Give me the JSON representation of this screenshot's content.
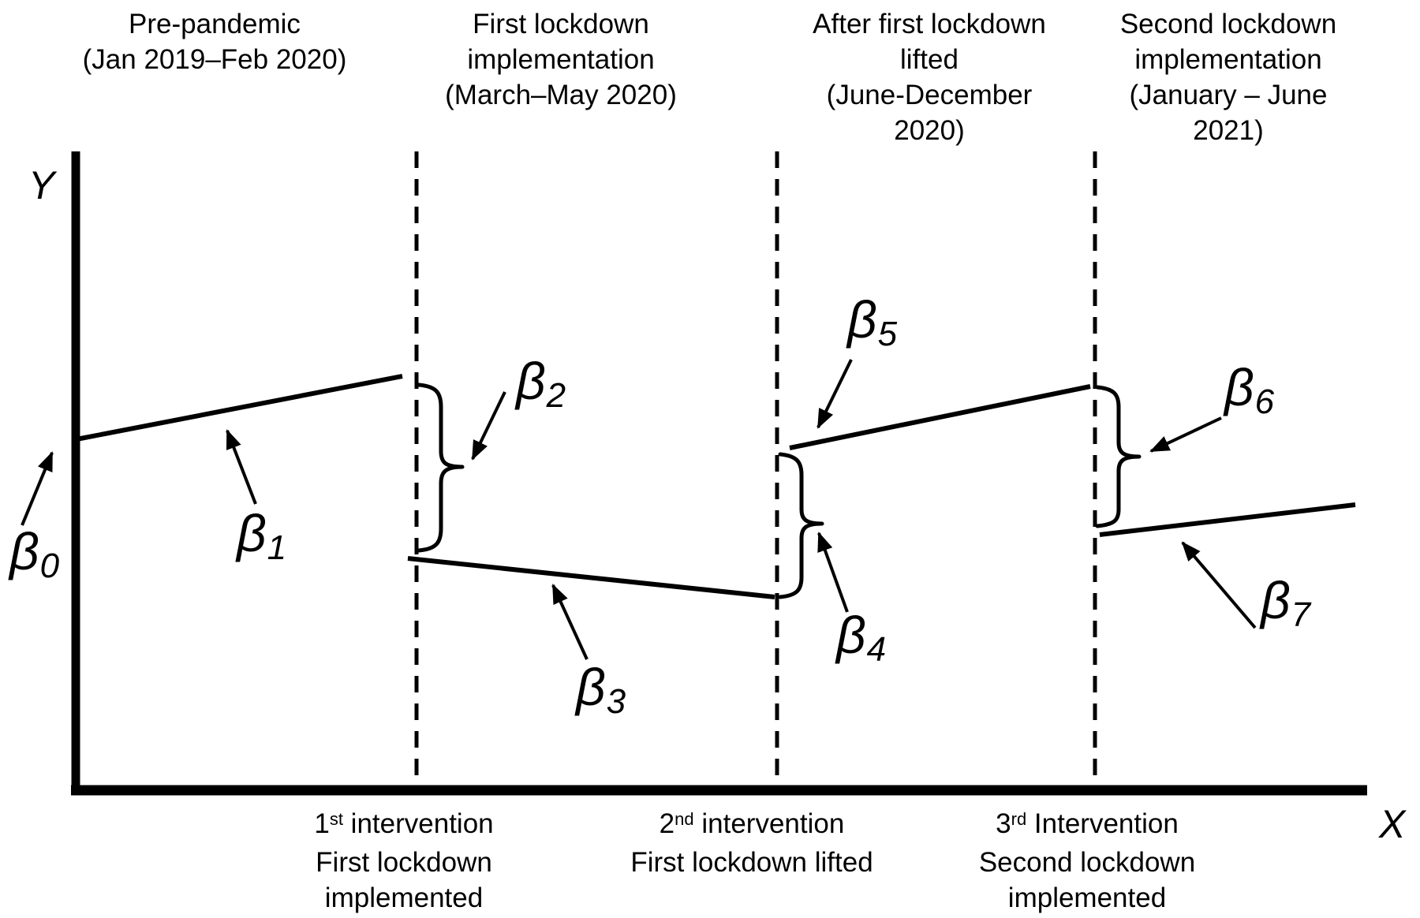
{
  "colors": {
    "ink": "#000000",
    "background": "#ffffff"
  },
  "axes": {
    "y_label": "Y",
    "x_label": "X"
  },
  "periods": [
    {
      "lines": [
        "Pre-pandemic",
        "(Jan 2019–Feb 2020)",
        "",
        ""
      ]
    },
    {
      "lines": [
        "First lockdown",
        "implementation",
        "(March–May 2020)",
        ""
      ]
    },
    {
      "lines": [
        "After first lockdown",
        "lifted",
        "(June-December",
        "2020)"
      ]
    },
    {
      "lines": [
        "Second lockdown",
        "implementation",
        "(January – June",
        "2021)"
      ]
    }
  ],
  "interventions": [
    {
      "ordinal": "1",
      "ordinal_suffix": "st",
      "title_rest": " intervention",
      "line2": "First lockdown",
      "line3": "implemented"
    },
    {
      "ordinal": "2",
      "ordinal_suffix": "nd",
      "title_rest": " intervention",
      "line2": "First lockdown lifted",
      "line3": ""
    },
    {
      "ordinal": "3",
      "ordinal_suffix": "rd",
      "title_rest": " Intervention",
      "line2": "Second lockdown",
      "line3": "implemented"
    }
  ],
  "betas": [
    {
      "symbol": "β",
      "sub": "0"
    },
    {
      "symbol": "β",
      "sub": "1"
    },
    {
      "symbol": "β",
      "sub": "2"
    },
    {
      "symbol": "β",
      "sub": "3"
    },
    {
      "symbol": "β",
      "sub": "4"
    },
    {
      "symbol": "β",
      "sub": "5"
    },
    {
      "symbol": "β",
      "sub": "6"
    },
    {
      "symbol": "β",
      "sub": "7"
    }
  ]
}
